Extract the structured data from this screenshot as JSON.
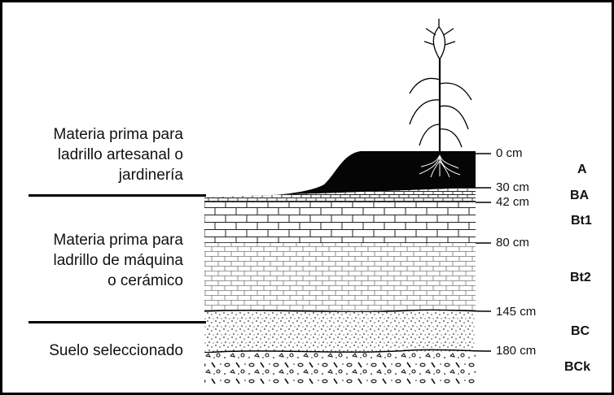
{
  "use_labels": {
    "upper": [
      "Materia prima para",
      "ladrillo artesanal o",
      "jardinería"
    ],
    "middle": [
      "Materia prima para",
      "ladrillo de máquina",
      "o cerámico"
    ],
    "lower": [
      "Suelo seleccionado"
    ]
  },
  "depths": {
    "d0": "0 cm",
    "d30": "30 cm",
    "d42": "42 cm",
    "d80": "80 cm",
    "d145": "145 cm",
    "d180": "180 cm"
  },
  "horizons": {
    "a": "A",
    "ba": "BA",
    "bt1": "Bt1",
    "bt2": "Bt2",
    "bc": "BC",
    "bck": "BCk"
  },
  "colors": {
    "ink": "#000000",
    "paper": "#ffffff"
  }
}
